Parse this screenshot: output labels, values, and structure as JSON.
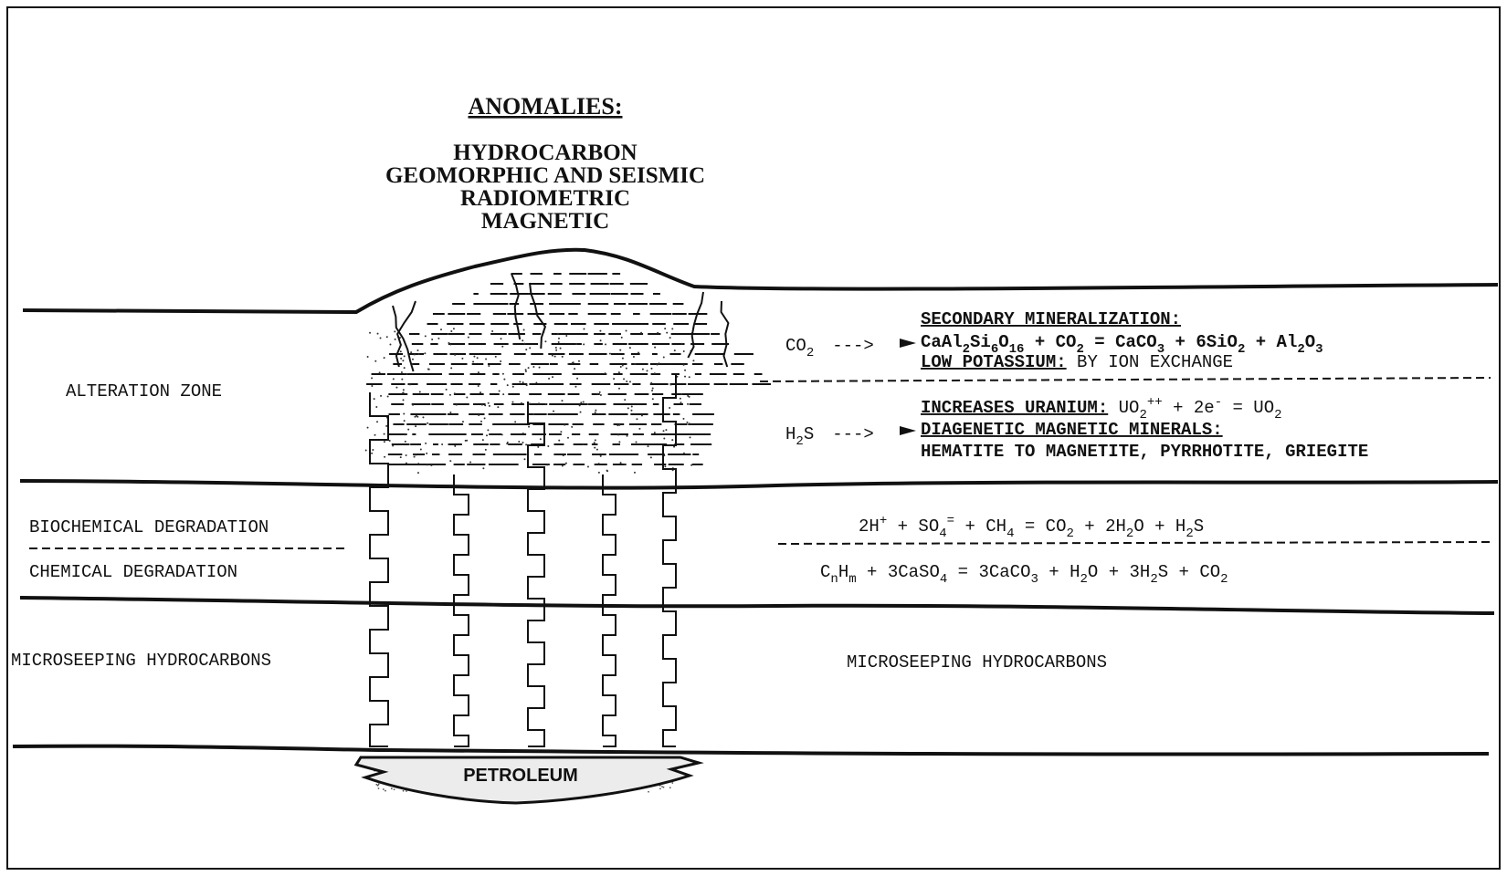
{
  "anomalies": {
    "heading": "ANOMALIES:",
    "items": [
      "HYDROCARBON",
      "GEOMORPHIC AND SEISMIC",
      "RADIOMETRIC",
      "MAGNETIC"
    ]
  },
  "layers": {
    "alteration_zone": "ALTERATION ZONE",
    "biochemical_degradation": "BIOCHEMICAL DEGRADATION",
    "chemical_degradation": "CHEMICAL DEGRADATION",
    "microseeping_left": "MICROSEEPING HYDROCARBONS",
    "microseeping_right": "MICROSEEPING HYDROCARBONS",
    "petroleum": "PETROLEUM"
  },
  "reactions": {
    "co2_label": {
      "main": "CO",
      "sub": "2",
      "arrow": "--->"
    },
    "h2s_label": {
      "main": "H",
      "sub": "2",
      "tail": "S",
      "arrow": "--->"
    },
    "secondary_mineralization": {
      "title": "SECONDARY MINERALIZATION:",
      "equation": [
        "CaAl",
        "2",
        "Si",
        "6",
        "O",
        "16",
        " + CO",
        "2",
        " = CaCO",
        "3",
        " + 6SiO",
        "2",
        " + Al",
        "2",
        "O",
        "3"
      ]
    },
    "low_potassium": {
      "title": "LOW POTASSIUM:",
      "text": " BY ION EXCHANGE"
    },
    "increases_uranium": {
      "title": "INCREASES URANIUM:",
      "equation": [
        "  UO",
        "2",
        "++",
        " + 2e",
        "-",
        "  = UO",
        "2"
      ]
    },
    "diagenetic": {
      "title": "DIAGENETIC MAGNETIC MINERALS:",
      "text": "HEMATITE TO MAGNETITE, PYRRHOTITE, GRIEGITE"
    },
    "biochemical_eq": [
      "2H",
      "+",
      " + SO",
      "4",
      "=",
      " + CH",
      "4",
      " = CO",
      "2",
      " + 2H",
      "2",
      "O + H",
      "2",
      "S"
    ],
    "chemical_eq": [
      "C",
      "n",
      "H",
      "m",
      " + 3CaSO",
      "4",
      " = 3CaCO",
      "3",
      " + H",
      "2",
      "O + 3H",
      "2",
      "S + CO",
      "2"
    ]
  },
  "colors": {
    "ink": "#111111",
    "background": "#ffffff"
  }
}
